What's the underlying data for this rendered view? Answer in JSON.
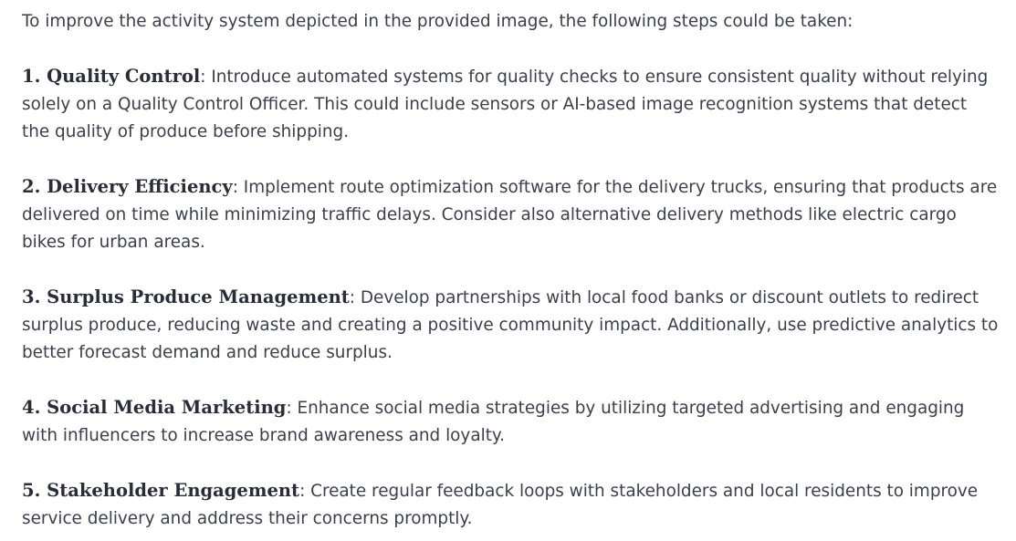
{
  "intro": "To improve the activity system depicted in the provided image, the following steps could be taken:",
  "items": [
    {
      "heading": "1. Quality Control",
      "text": ": Introduce automated systems for quality checks to ensure consistent quality without relying solely on a Quality Control Officer. This could include sensors or AI-based image recognition systems that detect the quality of produce before shipping."
    },
    {
      "heading": "2. Delivery Efficiency",
      "text": ": Implement route optimization software for the delivery trucks, ensuring that products are delivered on time while minimizing traffic delays. Consider also alternative delivery methods like electric cargo bikes for urban areas."
    },
    {
      "heading": "3. Surplus Produce Management",
      "text": ": Develop partnerships with local food banks or discount outlets to redirect surplus produce, reducing waste and creating a positive community impact. Additionally, use predictive analytics to better forecast demand and reduce surplus."
    },
    {
      "heading": "4. Social Media Marketing",
      "text": ": Enhance social media strategies by utilizing targeted advertising and engaging with influencers to increase brand awareness and loyalty."
    },
    {
      "heading": "5. Stakeholder Engagement",
      "text": ": Create regular feedback loops with stakeholders and local residents to improve service delivery and address their concerns promptly."
    }
  ]
}
